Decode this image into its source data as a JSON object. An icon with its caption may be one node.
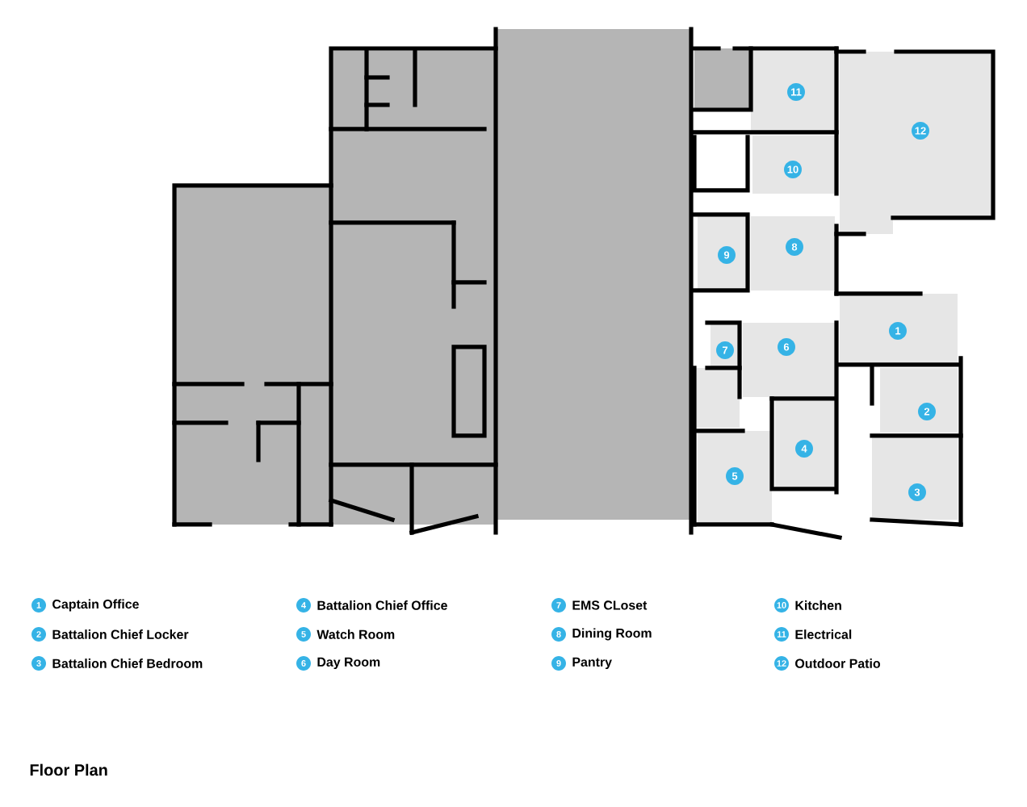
{
  "diagram": {
    "caption": "Floor Plan",
    "nodes": [
      {
        "text": [
          "1"
        ]
      },
      {
        "text": [
          "2"
        ]
      },
      {
        "text": [
          "3"
        ]
      },
      {
        "text": [
          "4"
        ]
      },
      {
        "text": [
          "5"
        ]
      },
      {
        "text": [
          "6"
        ]
      },
      {
        "text": [
          "7"
        ]
      },
      {
        "text": [
          "8"
        ]
      },
      {
        "text": [
          "9"
        ]
      },
      {
        "text": [
          "10"
        ]
      },
      {
        "text": [
          "11"
        ]
      },
      {
        "text": [
          "12"
        ]
      },
      {
        "text": [
          "1"
        ],
        "beside": [
          "Captain Office"
        ]
      },
      {
        "text": [
          "2"
        ],
        "beside": [
          "Battalion Chief Locker"
        ]
      },
      {
        "text": [
          "3"
        ],
        "beside": [
          "Battalion Chief Bedroom"
        ]
      },
      {
        "text": [
          "4"
        ],
        "beside": [
          "Battalion Chief Office"
        ]
      },
      {
        "text": [
          "5"
        ],
        "beside": [
          "Watch Room"
        ]
      },
      {
        "text": [
          "6"
        ],
        "beside": [
          "Day Room"
        ]
      },
      {
        "text": [
          "7"
        ],
        "beside": [
          "EMS CLoset"
        ]
      },
      {
        "text": [
          "8"
        ],
        "beside": [
          "Dining Room"
        ]
      },
      {
        "text": [
          "9"
        ],
        "beside": [
          "Pantry"
        ]
      },
      {
        "text": [
          "10"
        ],
        "beside": [
          "Kitchen"
        ]
      },
      {
        "text": [
          "11"
        ],
        "beside": [
          "Electrical"
        ]
      },
      {
        "text": [
          "12"
        ],
        "beside": [
          "Outdoor Patio"
        ]
      }
    ]
  }
}
